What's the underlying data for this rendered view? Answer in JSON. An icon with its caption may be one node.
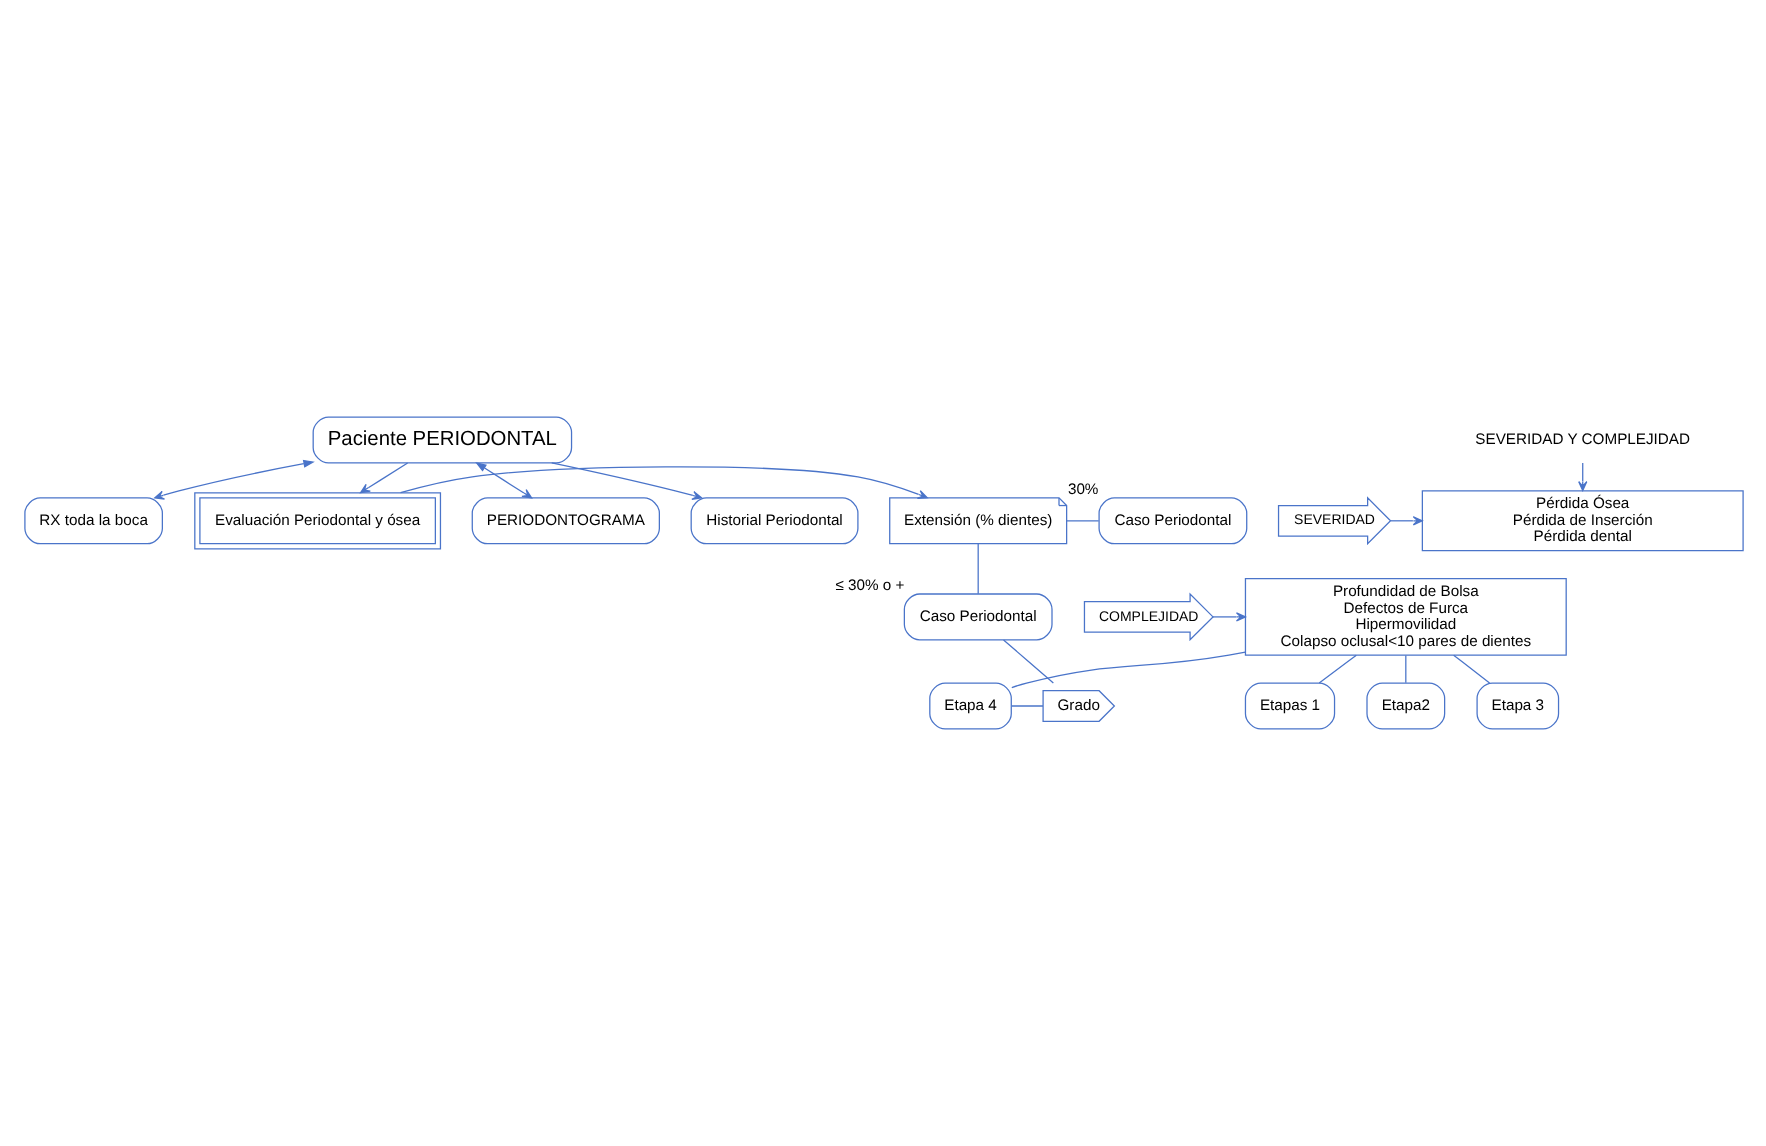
{
  "diagram": {
    "nodes": [
      {
        "text": [
          "Paciente PERIODONTAL"
        ]
      },
      {
        "text": [
          "PERIODONTOGRAMA"
        ]
      },
      {
        "text": [
          "Historial Periodontal"
        ]
      },
      {
        "text": [
          "RX toda la boca"
        ]
      },
      {
        "text": [
          "Caso Periodontal"
        ],
        "beside": [
          "30%"
        ]
      },
      {
        "text": [
          "Evaluación Periodontal y ósea"
        ]
      },
      {
        "text": [
          "Extensión (% dientes)"
        ]
      },
      {
        "text": [
          "Caso Periodontal"
        ],
        "beside": [
          "≤ 30% o +"
        ]
      },
      {
        "text": [
          "SEVERIDAD Y COMPLEJIDAD"
        ]
      },
      {
        "text": [
          "SEVERIDAD"
        ]
      },
      {
        "text": [
          "Pérdida Ósea",
          "Pérdida de Inserción",
          "Pérdida dental"
        ]
      },
      {
        "text": [
          "COMPLEJIDAD"
        ]
      },
      {
        "text": [
          "Profundidad de Bolsa",
          "Defectos de Furca",
          "Hipermovilidad",
          "Colapso oclusal<10 pares de dientes"
        ]
      },
      {
        "text": [
          "Etapas 1"
        ]
      },
      {
        "text": [
          "Etapa2"
        ]
      },
      {
        "text": [
          "Etapa 3"
        ]
      },
      {
        "text": [
          "Etapa 4"
        ]
      },
      {
        "text": [
          "Grado"
        ]
      }
    ],
    "edges": [
      {
        "from": 0,
        "to": 1,
        "arrow": "both"
      },
      {
        "from": 0,
        "to": 2,
        "arrow": "to"
      },
      {
        "from": 0,
        "to": 3,
        "arrow": "both"
      },
      {
        "from": 0,
        "to": 5,
        "arrow": "to"
      },
      {
        "from": 5,
        "to": 6,
        "arrow": "to"
      },
      {
        "from": 6,
        "to": 4,
        "arrow": "none"
      },
      {
        "from": 6,
        "to": 7,
        "arrow": "none"
      },
      {
        "from": 8,
        "to": 10,
        "arrow": "to"
      },
      {
        "from": 9,
        "to": 10,
        "arrow": "to"
      },
      {
        "from": 11,
        "to": 12,
        "arrow": "to"
      },
      {
        "from": 12,
        "to": 13,
        "arrow": "none"
      },
      {
        "from": 12,
        "to": 14,
        "arrow": "none"
      },
      {
        "from": 12,
        "to": 15,
        "arrow": "none"
      },
      {
        "from": 12,
        "to": 16,
        "arrow": "none"
      },
      {
        "from": 7,
        "to": 17,
        "arrow": "none"
      },
      {
        "from": 16,
        "to": 17,
        "arrow": "none"
      }
    ]
  }
}
